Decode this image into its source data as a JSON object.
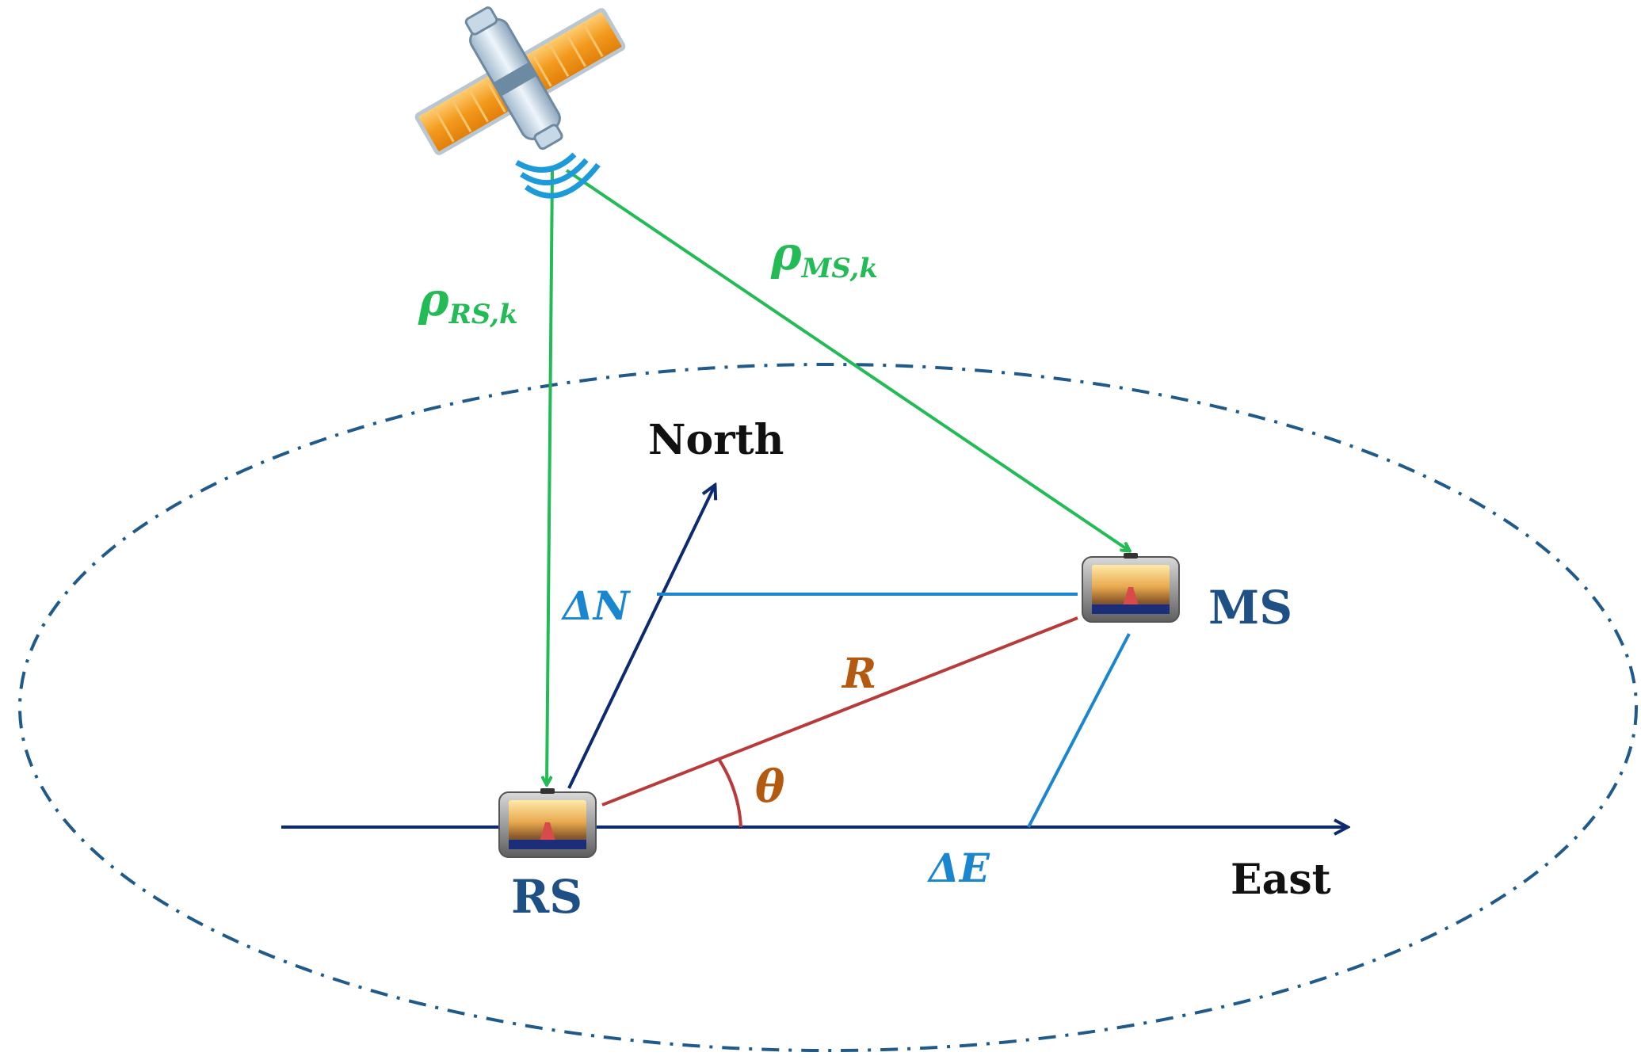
{
  "diagram": {
    "labels": {
      "north": "North",
      "east": "East",
      "rs": "RS",
      "ms": "MS",
      "rho_rs_main": "ρ",
      "rho_rs_sub": "RS,k",
      "rho_ms_main": "ρ",
      "rho_ms_sub": "MS,k",
      "delta_n": "ΔN",
      "delta_e": "ΔE",
      "r": "R",
      "theta": "θ"
    },
    "colors": {
      "signal_green": "#22bb55",
      "axis_navy": "#0d2a6e",
      "component_blue": "#1a86cf",
      "range_red": "#b83a3a",
      "range_label": "#b35a10",
      "theta_label": "#b35a10",
      "station_label": "#1e4f85",
      "axis_label": "#111111",
      "ellipse_dash": "#1f5a8a",
      "panel_orange": "#f39a1e"
    },
    "icons": {
      "satellite": "satellite-icon",
      "gps_device": "gps-device-icon"
    }
  }
}
